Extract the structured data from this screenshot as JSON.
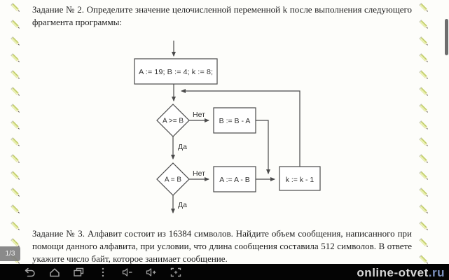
{
  "document": {
    "task2": {
      "text": "Задание № 2.  Определите значение целочисленной переменной k после выполнения следующего фрагмента программы:"
    },
    "task3": {
      "text": "Задание № 3. Алфавит состоит из 16384 символов. Найдите объем сообщения, написанного при помощи данного алфавита, при условии, что длина сообщения составила 512 символов. В ответе укажите число байт, которое занимает сообщение."
    }
  },
  "flowchart": {
    "start_block": "A := 19; B := 4; k := 8;",
    "decision1": "A >= B",
    "decision2": "A = B",
    "block_b": "B := B - A",
    "block_a": "A := A - B",
    "block_k": "k := k - 1",
    "label_no1": "Нет",
    "label_no2": "Нет",
    "label_yes1": "Да",
    "label_yes2": "Да"
  },
  "viewer": {
    "page_indicator": "1/3"
  },
  "navbar": {
    "icons": [
      {
        "name": "back-icon",
        "label": "Назад"
      },
      {
        "name": "home-icon",
        "label": "Домой"
      },
      {
        "name": "recents-icon",
        "label": "Недавние"
      },
      {
        "name": "menu-dots-icon",
        "label": "Меню"
      },
      {
        "name": "volume-down-icon",
        "label": "Тише"
      },
      {
        "name": "volume-up-icon",
        "label": "Громче"
      },
      {
        "name": "screenshot-icon",
        "label": "Снимок экрана"
      }
    ]
  },
  "watermark": {
    "site": "online-otvet",
    "tld": ".ru"
  },
  "colors": {
    "pencil_body": "#dce48f",
    "pencil_edge": "#b8c463",
    "pencil_tip": "#3b3b3b",
    "flowchart_line": "#4a4a4a",
    "navbar_bg": "#040404",
    "nav_icon": "#a0a0a0",
    "watermark_text": "#d6d6d6",
    "watermark_tld": "#7d92c0",
    "scrollbar": "#6e6e6e",
    "badge_bg": "#808080"
  }
}
